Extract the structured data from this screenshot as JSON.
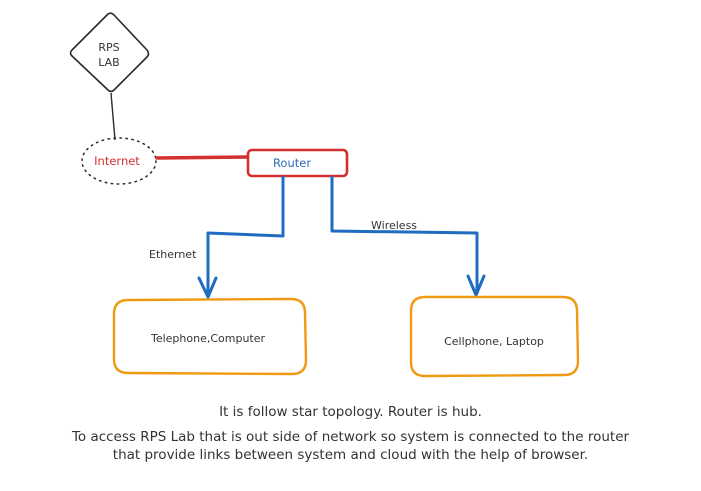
{
  "nodes": {
    "rps_lab": {
      "line1": "RPS",
      "line2": "LAB"
    },
    "internet": {
      "label": "Internet",
      "color": "#d32f2f"
    },
    "router": {
      "label": "Router",
      "color": "#2e6bb8",
      "border_color": "#d32f2f"
    },
    "wired_devices": {
      "label": "Telephone,Computer",
      "border_color": "#ef9a12"
    },
    "wireless_devices": {
      "label": "Cellphone, Laptop",
      "border_color": "#ef9a12"
    }
  },
  "links": {
    "ethernet_label": "Ethernet",
    "wireless_label": "Wireless",
    "link_color": "#1f6cc1",
    "internet_link_color": "#d32f2f"
  },
  "caption": {
    "line1": "It is follow star topology. Router is hub.",
    "line2": "To access RPS Lab that is out side of network so system is connected to the router",
    "line3": "that provide links between system and cloud with the help of browser."
  }
}
